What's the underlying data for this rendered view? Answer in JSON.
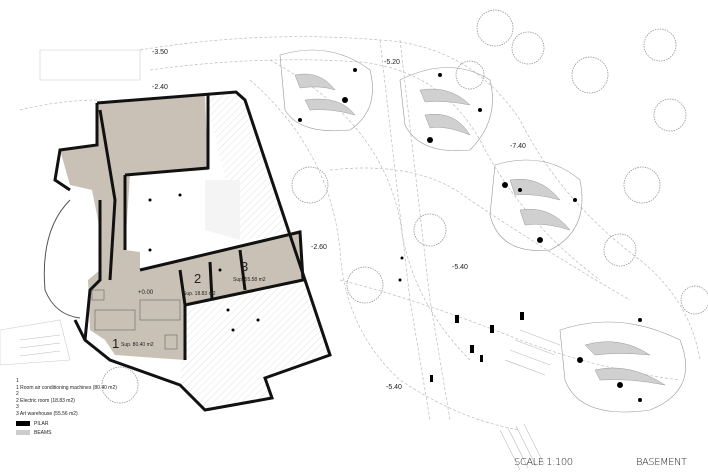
{
  "levels": [
    "-3.50",
    "-2.40",
    "-5.20",
    "-7.40",
    "-2.60",
    "-5.40",
    "-5.40",
    "+0.00"
  ],
  "rooms": [
    {
      "number": "1",
      "area": "Sup. 80.40 m2"
    },
    {
      "number": "2",
      "area": "Sup. 18.83 m2"
    },
    {
      "number": "3",
      "area": "Sup. 55.58 m2"
    }
  ],
  "legend": {
    "items": [
      "1",
      "1 Room air conditioning machines (80.40 m2)",
      "2",
      "2 Electric room (18.83 m2)",
      "3",
      "3 Art warehouse (55.56 m2)"
    ],
    "pillar": "PILAR",
    "beams": "BEAMS"
  },
  "scale_label": "SCALE 1:100",
  "sheet_label": "BASEMENT",
  "colors": {
    "room_fill": "#c9c1b6",
    "wall": "#111111",
    "hatch": "#d8d8d8",
    "pillar": "#000000",
    "beams": "#cccccc"
  }
}
